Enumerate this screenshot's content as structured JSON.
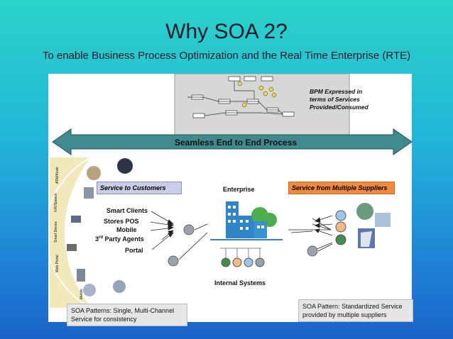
{
  "slide": {
    "title": "Why SOA 2?",
    "subtitle": "To enable Business Process Optimization and the Real Time Enterprise (RTE)"
  },
  "diagram": {
    "bpm_caption": [
      "BPM Expressed  in",
      "terms of Services",
      "Provided/Consumed"
    ],
    "arrow_label": "Seamless End to End Process",
    "left_bar": "Service  to Customers",
    "right_bar": "Service from Multiple  Suppliers",
    "enterprise_label": "Enterprise",
    "internal_label": "Internal  Systems",
    "clients": {
      "smart": "Smart Clients",
      "stores": "Stores POS",
      "mobile": "Mobile",
      "third_prefix": "3",
      "third_sup": "rd",
      "third_suffix": " Party Agents",
      "portal": "Portal"
    },
    "channel_labels": [
      "ATM/Kiosk",
      "IVR/Speech",
      "Smart Device",
      "Web Portal",
      "Mobile"
    ],
    "note_left": [
      "SOA Patterns:  Single, Multi-Channel",
      "Service for consistency"
    ],
    "note_right": [
      "SOA Pattern:  Standardized  Service",
      "provided  by multiple  suppliers"
    ],
    "colors": {
      "left_bar_bg": "#c9cde6",
      "right_bar_bg": "#f08a3c",
      "arrow_fill": "#3f8a8e",
      "building": "#2e86c8",
      "tree": "#4cae4c",
      "node_green": "#3e8f4e",
      "node_orange": "#f5b985",
      "node_blue": "#9fc6ea",
      "node_gray": "#9aa3ad"
    }
  }
}
